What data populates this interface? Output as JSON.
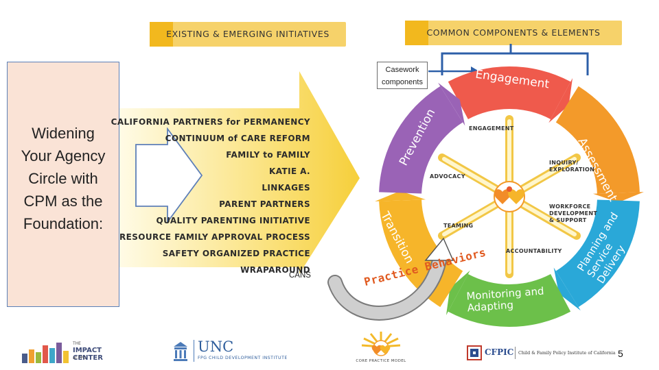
{
  "header": {
    "left_tag": "EXISTING & EMERGING INITIATIVES",
    "right_tag": "COMMON COMPONENTS & ELEMENTS"
  },
  "side_box": {
    "lines": [
      "Widening",
      "Your Agency",
      "Circle with",
      "CPM as the",
      "Foundation:"
    ]
  },
  "initiatives": [
    "CALIFORNIA PARTNERS for PERMANENCY",
    "CONTINUUM of CARE REFORM",
    "FAMILY to FAMILY",
    "KATIE A.",
    "LINKAGES",
    "PARENT PARTNERS",
    "QUALITY PARENTING INITIATIVE",
    "RESOURCE FAMILY APPROVAL PROCESS",
    "SAFETY ORGANIZED PRACTICE",
    "WRAPAROUND"
  ],
  "cans_label": "CANS",
  "casework": {
    "line1": "Casework",
    "line2": "components"
  },
  "wheel": {
    "segments": [
      {
        "label": "Engagement",
        "color": "#ef5a4c"
      },
      {
        "label": "Assessment",
        "color": "#f39a2a"
      },
      {
        "label": "Planning and Service Delivery",
        "color": "#2aa8d8"
      },
      {
        "label": "Monitoring and Adapting",
        "color": "#6cc04a"
      },
      {
        "label": "Transition",
        "color": "#f6b52a"
      },
      {
        "label": "Prevention",
        "color": "#9a63b6"
      }
    ],
    "inner_labels": {
      "engagement": "ENGAGEMENT",
      "inquiry_1": "INQUIRY/",
      "inquiry_2": "EXPLORATION",
      "advocacy": "ADVOCACY",
      "workforce_1": "WORKFORCE",
      "workforce_2": "DEVELOPMENT",
      "workforce_3": "& SUPPORT",
      "teaming": "TEAMING",
      "accountability": "ACCOUNTABILITY"
    }
  },
  "practice_behaviors": "Practice Behaviors",
  "footer": {
    "impact_name": "IMPACT CENTER",
    "impact_the": "THE",
    "impact_at": "at FPG",
    "unc": "UNC",
    "unc_sub": "FPG CHILD DEVELOPMENT INSTITUTE",
    "cpm": "CORE PRACTICE MODEL",
    "cfpic": "CFPIC",
    "cfpic_sub": "Child & Family Policy Institute of California"
  },
  "page_number": "5"
}
